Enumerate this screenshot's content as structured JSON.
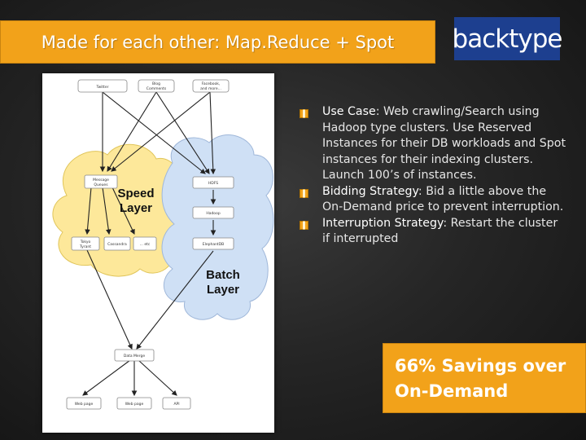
{
  "slide": {
    "title": "Made for each other: Map.Reduce + Spot",
    "logo_text": "backtype",
    "savings_callout": [
      "66% Savings over",
      "On-Demand"
    ]
  },
  "diagram": {
    "sources": [
      "Twitter",
      "Blog",
      "Comments",
      "Facebook,",
      "and more..."
    ],
    "speed_nodes": [
      "Message",
      "Queues",
      "Tokyo",
      "Tyrant",
      "Cassandra",
      "... etc"
    ],
    "batch_nodes": [
      "HDFS",
      "Hadoop",
      "ElephantDB"
    ],
    "speed_layer_label": [
      "Speed",
      "Layer"
    ],
    "batch_layer_label": [
      "Batch",
      "Layer"
    ],
    "merge_node": "Data Merge",
    "outputs": [
      "Web page",
      "Web page",
      "API"
    ]
  },
  "bullets": [
    {
      "term": "Use Case",
      "text": ": Web crawling/Search using Hadoop type clusters. Use Reserved Instances for their DB workloads and Spot instances for their indexing clusters. Launch 100’s of instances."
    },
    {
      "term": "Bidding Strategy",
      "text": ": Bid a little above the On-Demand price to prevent interruption."
    },
    {
      "term": "Interruption Strategy",
      "text": ": Restart the cluster if interrupted"
    }
  ],
  "colors": {
    "accent": "#f2a21a",
    "logo_bg": "#1d3f8f",
    "speed_cloud": "#fde89a",
    "batch_cloud": "#cfe0f5"
  }
}
